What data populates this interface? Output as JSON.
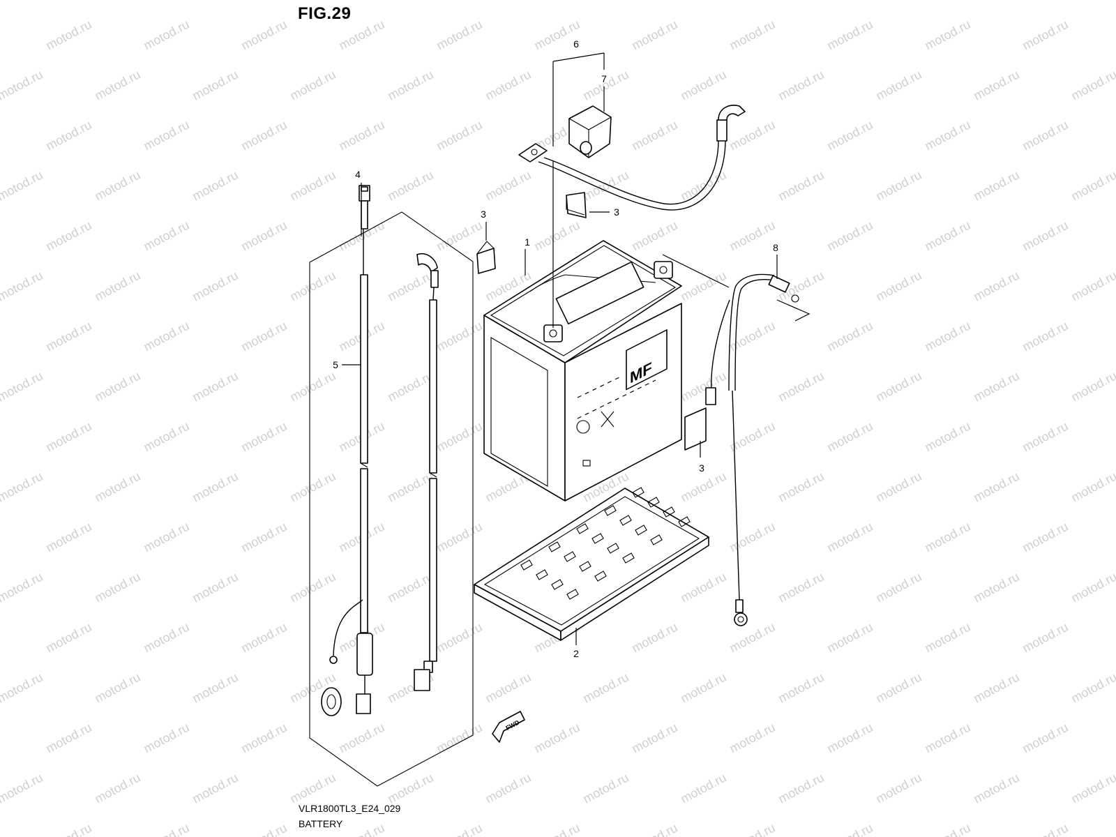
{
  "figure": {
    "title": "FIG.29",
    "code": "VLR1800TL3_E24_029",
    "name": "BATTERY"
  },
  "watermark": {
    "text": "motod.ru",
    "color": "#cfcfcf"
  },
  "callouts": {
    "battery": "1",
    "tray": "2",
    "pad_left": "3",
    "pad_top": "3",
    "pad_right": "3",
    "harness_set": "4",
    "lead_wire": "5",
    "cable_plus_set": "6",
    "cover": "7",
    "cable_minus": "8"
  },
  "battery_label": "MF",
  "fwd_label": "FWD"
}
